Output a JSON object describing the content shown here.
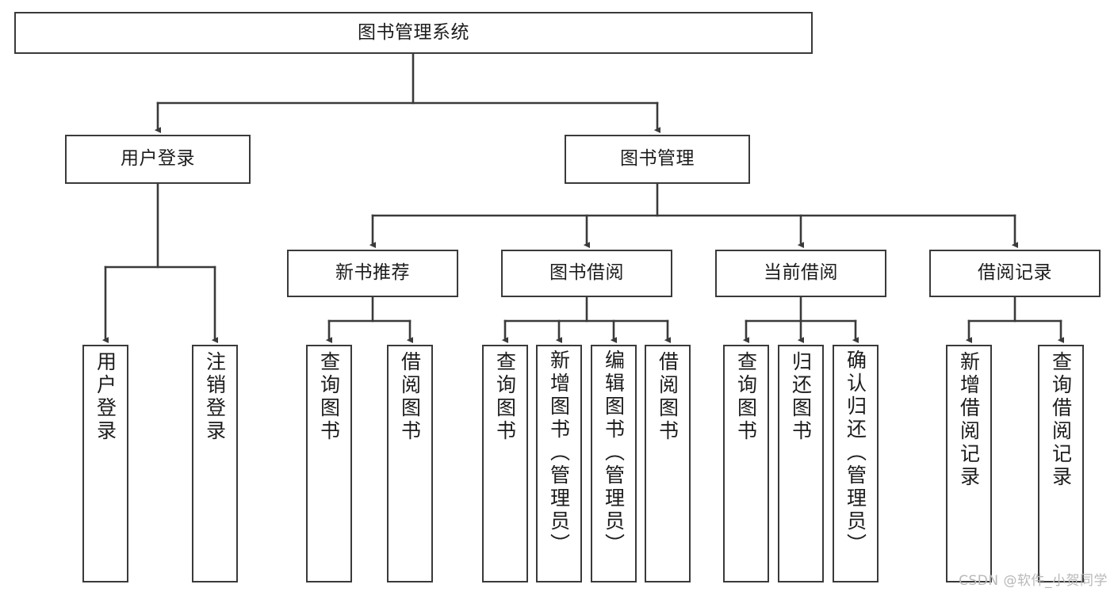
{
  "diagram": {
    "type": "tree-hierarchy",
    "title": "图书管理系统",
    "watermark": "CSDN @软件_小贺同学",
    "colors": {
      "box_border": "#3a3a3a",
      "connector": "#3a3a3a",
      "background": "#ffffff",
      "text": "#1c1c1c",
      "watermark": "#b8b8b8"
    },
    "levels": {
      "root": {
        "label": "图书管理系统"
      },
      "level2": [
        {
          "label": "用户登录"
        },
        {
          "label": "图书管理"
        }
      ],
      "level3": [
        {
          "label": "新书推荐"
        },
        {
          "label": "图书借阅"
        },
        {
          "label": "当前借阅"
        },
        {
          "label": "借阅记录"
        }
      ],
      "leaves": {
        "user_login": [
          {
            "label": "用户登录"
          },
          {
            "label": "注销登录"
          }
        ],
        "new_book": [
          {
            "label": "查询图书"
          },
          {
            "label": "借阅图书"
          }
        ],
        "book_borrow": [
          {
            "label": "查询图书"
          },
          {
            "label": "新增图书（管理员）"
          },
          {
            "label": "编辑图书（管理员）"
          },
          {
            "label": "借阅图书"
          }
        ],
        "current_borrow": [
          {
            "label": "查询图书"
          },
          {
            "label": "归还图书"
          },
          {
            "label": "确认归还（管理员）"
          }
        ],
        "borrow_record": [
          {
            "label": "新增借阅记录"
          },
          {
            "label": "查询借阅记录"
          }
        ]
      }
    }
  }
}
